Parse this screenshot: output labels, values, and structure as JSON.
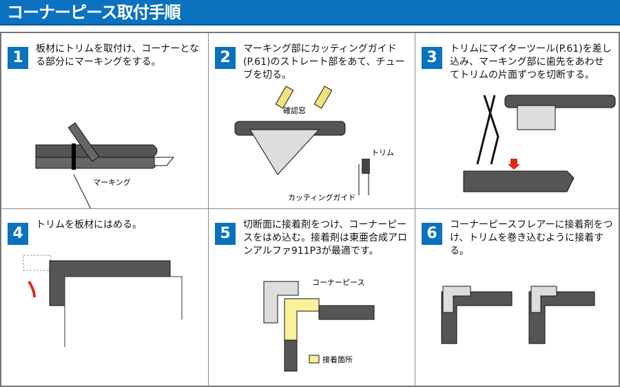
{
  "title": "コーナーピース取付手順",
  "steps": [
    {
      "num": "1",
      "text": "板材にトリムを取付け、コーナーとなる部分にマーキングをする。",
      "labels": {
        "marking": "マーキング"
      }
    },
    {
      "num": "2",
      "text": "マーキング部にカッティングガイド(P.61)のストレート部をあて、チューブを切る。",
      "labels": {
        "window": "確認窓",
        "trim": "トリム",
        "guide": "カッティングガイド"
      }
    },
    {
      "num": "3",
      "text": "トリムにマイターツール(P.61)を差し込み、マーキング部に歯先をあわせてトリムの片面ずつを切断する。"
    },
    {
      "num": "4",
      "text": "トリムを板材にはめる。"
    },
    {
      "num": "5",
      "text": "切断面に接着剤をつけ、コーナーピースをはめ込む。接着剤は東亜合成アロンアルファ911P3が最適です。",
      "labels": {
        "piece": "コーナーピース",
        "glue": "接着箇所"
      }
    },
    {
      "num": "6",
      "text": "コーナーピースフレアーに接着剤をつけ、トリムを巻き込むように接着する。"
    }
  ],
  "colors": {
    "brand": "#0a72bf",
    "glue": "#fbf19b",
    "arrow": "#e0261b"
  }
}
